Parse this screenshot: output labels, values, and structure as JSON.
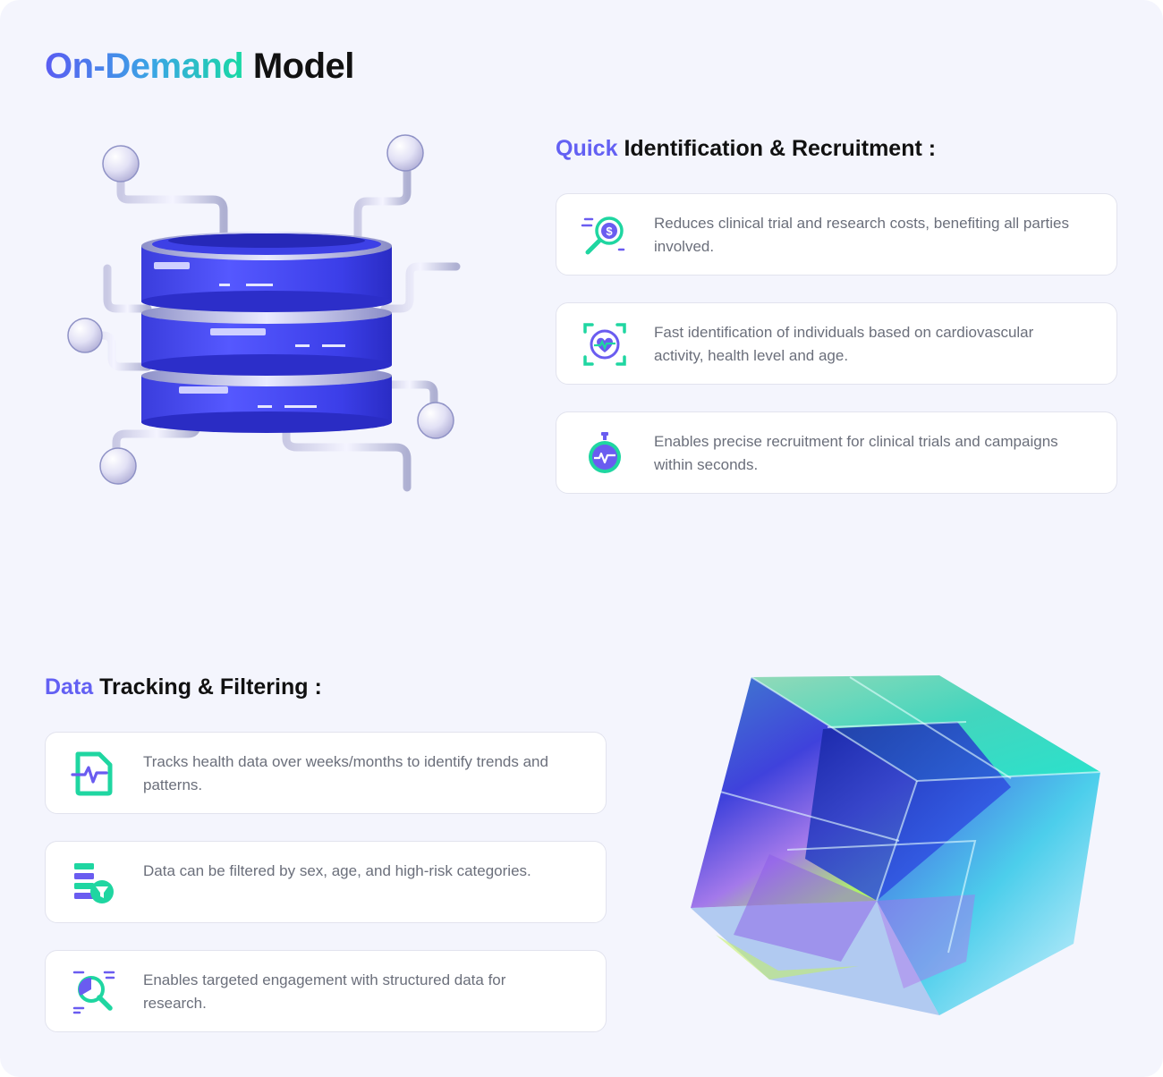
{
  "page": {
    "title_accent": "On-Demand",
    "title_rest": "Model"
  },
  "quick_section": {
    "heading_accent": "Quick",
    "heading_rest": "Identification & Recruitment :",
    "cards": [
      {
        "icon": "cost-search-icon",
        "text": "Reduces clinical trial and research costs, benefiting all parties involved."
      },
      {
        "icon": "heart-scan-icon",
        "text": "Fast identification of individuals based on cardiovascular activity, health level and age."
      },
      {
        "icon": "stopwatch-pulse-icon",
        "text": "Enables precise recruitment for clinical trials and campaigns within seconds."
      }
    ]
  },
  "data_section": {
    "heading_accent": "Data",
    "heading_rest": "Tracking & Filtering :",
    "cards": [
      {
        "icon": "health-document-icon",
        "text": "Tracks health data over weeks/months to identify trends and patterns."
      },
      {
        "icon": "data-filter-icon",
        "text": "Data can be filtered by sex, age, and high-risk categories."
      },
      {
        "icon": "data-search-icon",
        "text": "Enables targeted engagement with structured data for research."
      }
    ]
  },
  "colors": {
    "accent": "#6360f3",
    "icon_green": "#1fd6a1",
    "icon_purple": "#6a5cf0",
    "background": "#f4f5fd"
  }
}
